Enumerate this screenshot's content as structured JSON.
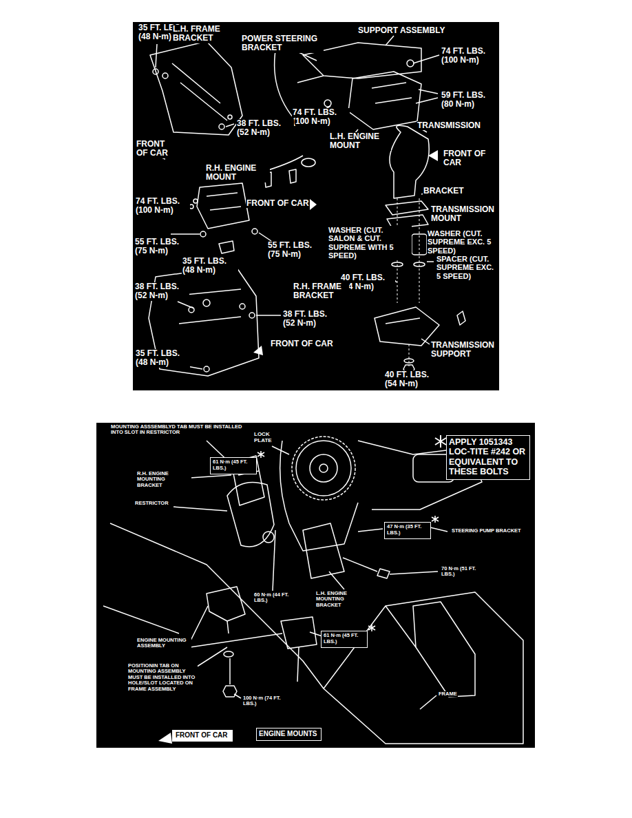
{
  "diagram": {
    "nodes": [
      {
        "text": [
          "APPLY 1051343 LOC-TITE #242 OR EQUIVALENT TO THESE BOLTS"
        ]
      },
      {
        "text": [
          "61 N·m (45 FT. LBS.)"
        ]
      },
      {
        "text": [
          "47 N·m (35 FT. LBS.)"
        ]
      },
      {
        "text": [
          "61 N·m (45 FT. LBS.)"
        ]
      },
      {
        "text": [
          "FRONT OF CAR"
        ]
      },
      {
        "text": [
          "ENGINE MOUNTS"
        ]
      }
    ],
    "labels": [
      "35 FT. LBS. (48 N-m)",
      "L.H. FRAME BRACKET",
      "POWER STEERING BRACKET",
      "SUPPORT ASSEMBLY",
      "74 FT. LBS. (100 N-m)",
      "59 FT. LBS. (80 N-m)",
      "74 FT. LBS. (100 N-m)",
      "38 FT. LBS. (52 N-m)",
      "L.H. ENGINE MOUNT",
      "TRANSMISSION",
      "FRONT OF CAR",
      "FRONT OF CAR",
      "R.H. ENGINE MOUNT",
      "74 FT. LBS. (100 N-m)",
      "FRONT OF CAR",
      "BRACKET",
      "TRANSMISSION MOUNT",
      "WASHER (CUT. SALON & CUT. SUPREME WITH 5 SPEED)",
      "WASHER (CUT. SUPREME EXC. 5 SPEED)",
      "55 FT. LBS. (75 N-m)",
      "55 FT. LBS. (75 N-m)",
      "35 FT. LBS. (48 N-m)",
      "SPACER (CUT. SUPREME EXC. 5 SPEED)",
      "40 FT. LBS. (54 N-m)",
      "38 FT. LBS. (52 N-m)",
      "R.H. FRAME BRACKET",
      "38 FT. LBS. (52 N-m)",
      "FRONT OF CAR",
      "35 FT. LBS. (48 N-m)",
      "TRANSMISSION SUPPORT",
      "40 FT. LBS. (54 N-m)",
      "MOUNTING ASSSEMBLYD TAB MUST BE INSTALLED INTO SLOT IN RESTRICTOR",
      "LOCK PLATE",
      "R.H. ENGINE MOUNTING BRACKET",
      "RESTRICTOR",
      "STEERING PUMP BRACKET",
      "70 N·m (51 FT. LBS.)",
      "60 N·m (44 FT. LBS.)",
      "L.H. ENGINE MOUNTING BRACKET",
      "ENGINE MOUNTING ASSEMBLY",
      "POSITIONIN TAB ON MOUNTING ASSEMBLY MUST BE INSTALLED INTO HOLE/SLOT LOCATED ON FRAME ASSEMBLY",
      "FRAME",
      "100 N·m (74 FT. LBS.)"
    ]
  }
}
